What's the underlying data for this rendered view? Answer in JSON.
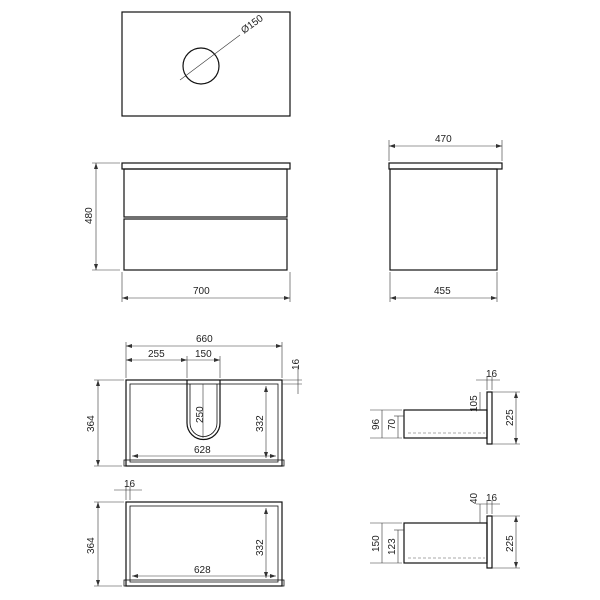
{
  "dimensions": {
    "hole": "Ø150",
    "height": "480",
    "width": "700",
    "top_depth": "470",
    "body_depth": "455",
    "inner_width": "660",
    "notch_offset": "255",
    "notch_width": "150",
    "panel": "16",
    "drawer_height": "364",
    "notch_depth": "250",
    "inner_height": "332",
    "bottom_width": "628",
    "side_16a": "16",
    "side_105": "105",
    "side_96": "96",
    "side_70": "70",
    "side_225a": "225",
    "lower_16": "16",
    "lower_364": "364",
    "lower_332": "332",
    "lower_628": "628",
    "side_40": "40",
    "side_16b": "16",
    "side_150": "150",
    "side_123": "123",
    "side_225b": "225"
  }
}
